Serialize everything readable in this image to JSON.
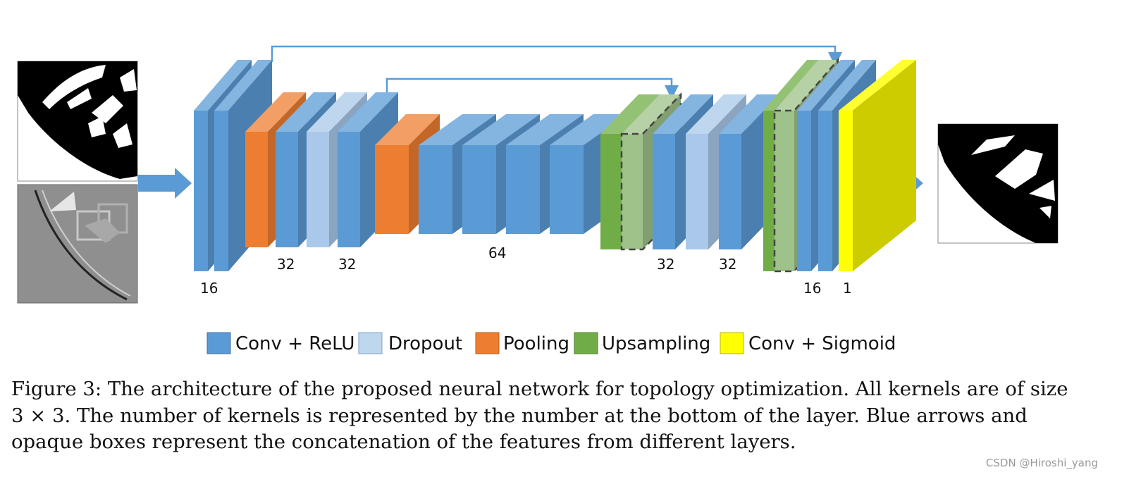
{
  "diagram": {
    "colors": {
      "conv": "#5b9bd5",
      "dropout": "#a9c8ea",
      "pooling": "#ed7d31",
      "upsampling": "#70ad47",
      "sigmoid": "#ffff00"
    },
    "layer_labels": [
      "16",
      "32",
      "32",
      "64",
      "32",
      "32",
      "16",
      "1"
    ],
    "legend": [
      {
        "label": "Conv + ReLU",
        "color": "#5b9bd5"
      },
      {
        "label": "Dropout",
        "color": "#bdd7ee"
      },
      {
        "label": "Pooling",
        "color": "#ed7d31"
      },
      {
        "label": "Upsampling",
        "color": "#70ad47"
      },
      {
        "label": "Conv + Sigmoid",
        "color": "#ffff00"
      }
    ]
  },
  "caption": {
    "lines": [
      "Figure 3: The architecture of the proposed neural network for topology optimization. All kernels are of size",
      "3 × 3.  The number of kernels is represented by the number at the bottom of the layer.  Blue arrows and",
      "opaque boxes represent the concatenation of the features from different layers."
    ]
  },
  "watermark": "CSDN @Hiroshi_yang"
}
